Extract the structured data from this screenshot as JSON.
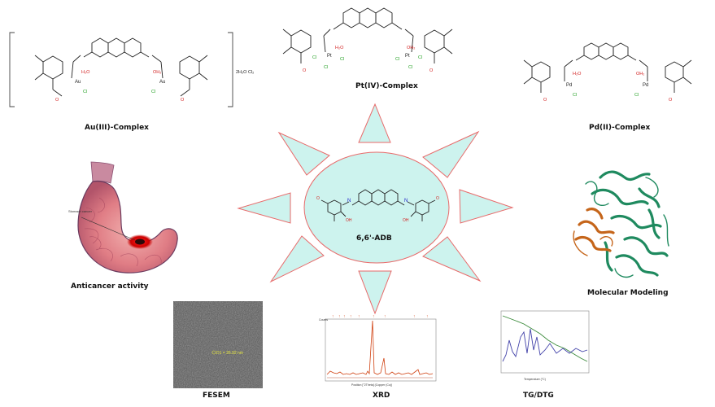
{
  "center": {
    "label": "6,6'-ADB",
    "fill": "#cdf3ee",
    "stroke": "#e86a6a"
  },
  "rays": {
    "fill": "#cdf3ee",
    "stroke": "#e86a6a"
  },
  "complexes": {
    "au": {
      "label": "Au(III)-Complex",
      "metal": "Au",
      "counter_ions": "2H₂O  Cl₂"
    },
    "pt": {
      "label": "Pt(IV)-Complex",
      "metal": "Pt"
    },
    "pd": {
      "label": "Pd(II)-Complex",
      "metal": "Pd"
    }
  },
  "panels": {
    "anticancer": {
      "label": "Anticancer activity",
      "organ_label": "Stomach cancer"
    },
    "molecular": {
      "label": "Molecular  Modeling"
    },
    "fesem": {
      "label": "FESEM",
      "annotation": "D1 = 26.92 nm"
    },
    "xrd": {
      "label": "XRD",
      "y_axis_label": "Counts",
      "x_axis_label": "Position [°2Theta] (Copper (Cu))"
    },
    "tg": {
      "label": "TG/DTG",
      "x_axis_label": "Temperature (°C)"
    }
  },
  "chem_labels": {
    "water": "H₂O",
    "aqua": "OH₂",
    "chloride": "Cl",
    "oxygen": "O",
    "hydroxyl": "OH",
    "nitrogen": "N"
  },
  "colors": {
    "bond": "#222222",
    "oxygen": "#d22020",
    "chlorine": "#22a022",
    "nitrogen": "#2020c8",
    "xrd_trace": "#d04010",
    "tg_trace": "#3a8a3a",
    "dtg_trace": "#4444aa",
    "protein_green": "#1f8a5f",
    "protein_orange": "#c5651a"
  }
}
